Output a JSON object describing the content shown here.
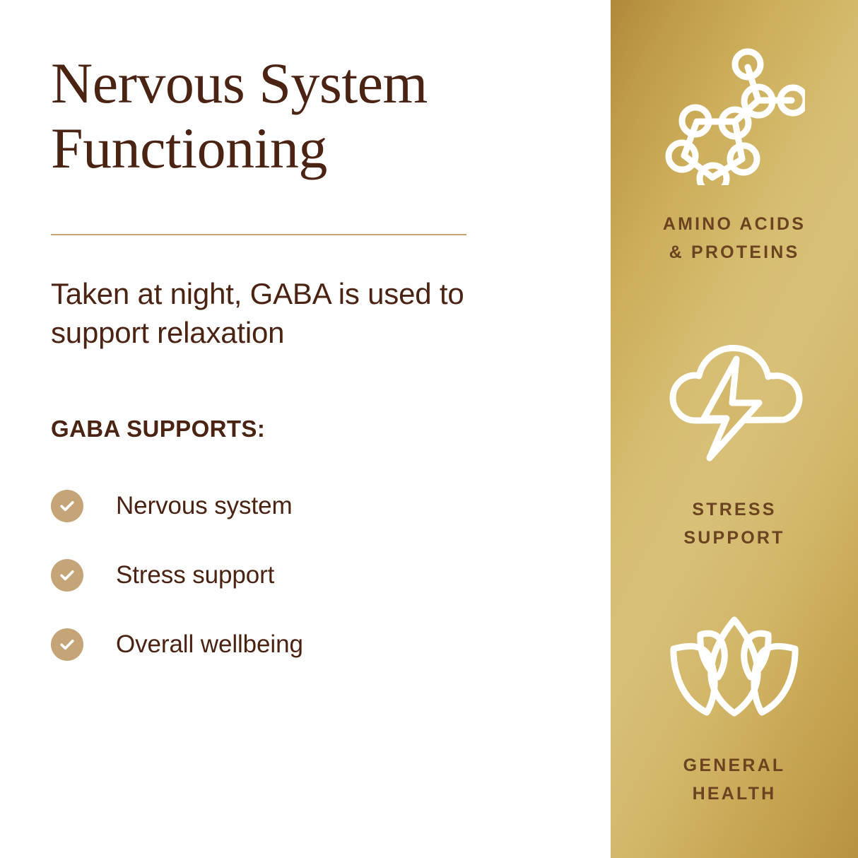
{
  "page": {
    "background_color": "#ffffff",
    "accent_brown": "#4a2312",
    "accent_tan": "#c5a577",
    "divider_color": "#c9a271",
    "gold_panel_dark": "#b0893a",
    "gold_panel_light": "#d8c079",
    "gold_label_color": "#6b4320",
    "icon_stroke_color": "#ffffff"
  },
  "main": {
    "title": "Nervous System Functioning",
    "subhead": "Taken at night, GABA is used to support relaxation",
    "supports_label": "GABA SUPPORTS:",
    "checklist": [
      {
        "label": "Nervous system",
        "icon": "check-icon"
      },
      {
        "label": "Stress support",
        "icon": "check-icon"
      },
      {
        "label": "Overall wellbeing",
        "icon": "check-icon"
      }
    ]
  },
  "sidebar": {
    "benefits": [
      {
        "icon": "molecule-icon",
        "label_line1": "AMINO ACIDS",
        "label_line2": "& PROTEINS"
      },
      {
        "icon": "cloud-lightning-icon",
        "label_line1": "STRESS",
        "label_line2": "SUPPORT"
      },
      {
        "icon": "lotus-flower-icon",
        "label_line1": "GENERAL",
        "label_line2": "HEALTH"
      }
    ]
  }
}
